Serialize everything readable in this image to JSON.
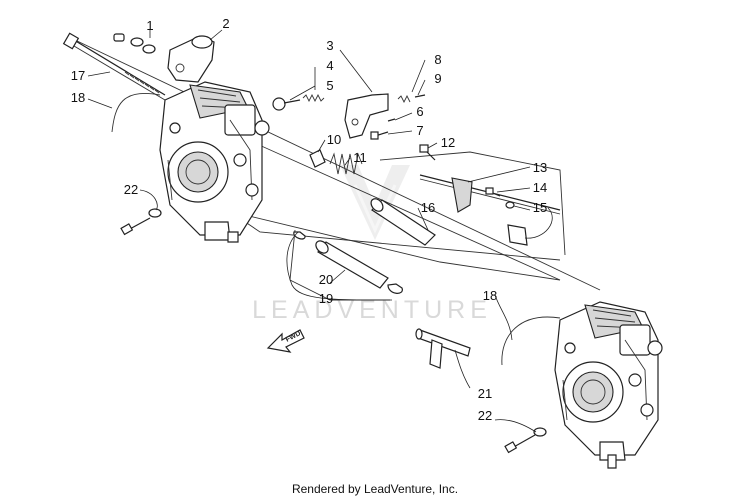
{
  "watermark": "LEADVENTURE",
  "footer": "Rendered by LeadVenture, Inc.",
  "fwd_label": "FWD",
  "callouts": [
    "1",
    "2",
    "3",
    "4",
    "5",
    "6",
    "7",
    "8",
    "9",
    "10",
    "11",
    "12",
    "13",
    "14",
    "15",
    "16",
    "17",
    "18",
    "18",
    "19",
    "20",
    "21",
    "22",
    "22"
  ],
  "colors": {
    "line": "#222222",
    "shade": "#d7d7d7",
    "watermark": "#d9d9d9"
  }
}
